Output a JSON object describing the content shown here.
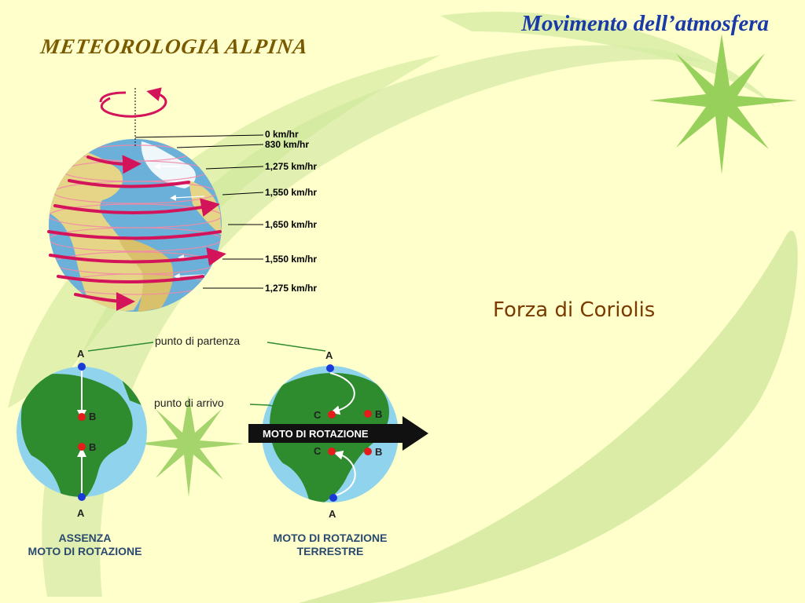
{
  "slide": {
    "header_left": "METEOROLOGIA ALPINA",
    "header_right": "Movimento dell’atmosfera",
    "subtitle": "Forza di Coriolis"
  },
  "rotation_speeds": {
    "labels": [
      "0 km/hr",
      "830 km/hr",
      "1,275 km/hr",
      "1,550 km/hr",
      "1,650 km/hr",
      "1,550 km/hr",
      "1,275 km/hr"
    ]
  },
  "coriolis": {
    "start_label": "punto di partenza",
    "end_label": "punto di arrivo",
    "banner": "MOTO DI ROTAZIONE",
    "point_a": "A",
    "point_b": "B",
    "point_c": "C",
    "caption_left": [
      "ASSENZA",
      "MOTO DI ROTAZIONE"
    ],
    "caption_right": [
      "MOTO DI ROTAZIONE",
      "TERRESTRE"
    ]
  },
  "colors": {
    "background": "#ffffcc",
    "swoosh": "#c8e68a",
    "star": "#96cf5a",
    "arrow_red": "#d4145a",
    "ocean": "#6ab0d8",
    "land_green": "#2e8b2e"
  }
}
